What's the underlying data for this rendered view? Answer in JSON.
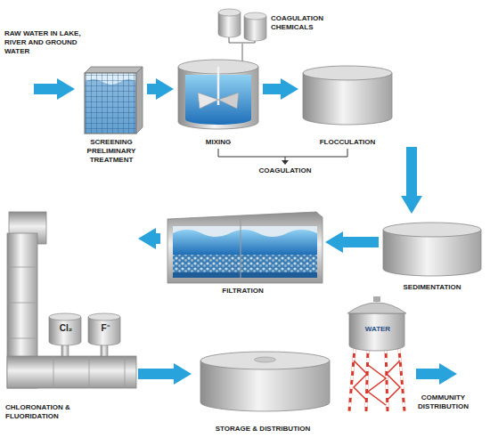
{
  "diagram": {
    "nodes": [
      {
        "text": [
          "COAGULATION CHEMICALS"
        ]
      },
      {
        "text": [
          "SCREENING PRELIMINARY TREATMENT"
        ]
      },
      {
        "text": [
          "MIXING"
        ]
      },
      {
        "text": [
          "FLOCCULATION"
        ]
      },
      {
        "text": [
          "SEDIMENTATION"
        ]
      },
      {
        "text": [
          "FILTRATION"
        ]
      },
      {
        "text": [
          "CHLORONATION & FLUORIDATION"
        ]
      },
      {
        "text": [
          "Cl₂"
        ],
        "in": 6
      },
      {
        "text": [
          "F⁻"
        ],
        "in": 6
      },
      {
        "text": [
          "STORAGE & DISTRIBUTION"
        ]
      },
      {
        "text": [
          "WATER"
        ]
      }
    ],
    "edges": [
      {
        "from": 1,
        "to": 2,
        "arrow": "to"
      },
      {
        "from": 0,
        "to": 2,
        "arrow": "none"
      },
      {
        "from": 2,
        "to": 3,
        "arrow": "to"
      },
      {
        "from": 3,
        "to": 4,
        "arrow": "to"
      },
      {
        "from": 4,
        "to": 5,
        "arrow": "to"
      },
      {
        "from": 5,
        "to": 6,
        "arrow": "to"
      },
      {
        "from": 6,
        "to": 9,
        "arrow": "to"
      }
    ],
    "labels": [
      "RAW WATER IN LAKE, RIVER AND GROUND WATER",
      "COAGULATION",
      "COMMUNITY DISTRIBUTION"
    ]
  }
}
